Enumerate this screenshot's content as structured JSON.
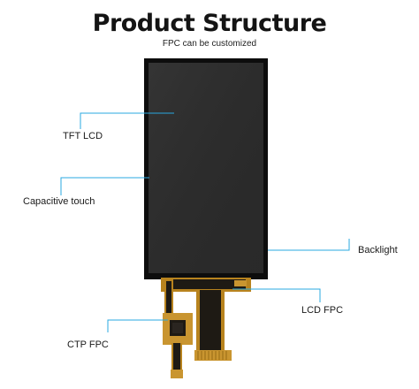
{
  "header": {
    "title": "Product Structure",
    "subtitle": "FPC can be customized"
  },
  "callouts": {
    "tft_lcd": "TFT LCD",
    "capacitive_touch": "Capacitive touch",
    "backlight": "Backlight",
    "lcd_fpc": "LCD FPC",
    "ctp_fpc": "CTP FPC"
  },
  "colors": {
    "leader_line": "#29a8e0",
    "panel_frame": "#0d0d0d",
    "panel_glass": "#2b2b2b",
    "fpc_amber": "#b8831e",
    "fpc_dark": "#1e1a14"
  }
}
